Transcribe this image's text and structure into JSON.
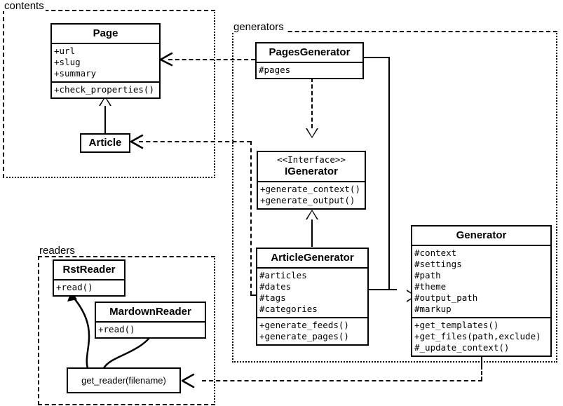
{
  "diagram": {
    "title": "Pelican architecture UML class diagram",
    "type": "uml-class-diagram",
    "background": "#ffffff",
    "line_color": "#000000"
  },
  "packages": [
    {
      "id": "contents",
      "label": "contents"
    },
    {
      "id": "generators",
      "label": "generators"
    },
    {
      "id": "readers",
      "label": "readers"
    }
  ],
  "classes": {
    "page": {
      "name": "Page",
      "stereotype": "",
      "attributes": [
        "+url",
        "+slug",
        "+summary"
      ],
      "methods": [
        "+check_properties()"
      ]
    },
    "article": {
      "name": "Article",
      "stereotype": "",
      "attributes": [],
      "methods": []
    },
    "pages_generator": {
      "name": "PagesGenerator",
      "stereotype": "",
      "attributes": [
        "#pages"
      ],
      "methods": []
    },
    "igenerator": {
      "name": "IGenerator",
      "stereotype": "<<Interface>>",
      "attributes": [],
      "methods": [
        "+generate_context()",
        "+generate_output()"
      ]
    },
    "article_generator": {
      "name": "ArticleGenerator",
      "stereotype": "",
      "attributes": [
        "#articles",
        "#dates",
        "#tags",
        "#categories"
      ],
      "methods": [
        "+generate_feeds()",
        "+generate_pages()"
      ]
    },
    "generator": {
      "name": "Generator",
      "stereotype": "",
      "attributes": [
        "#context",
        "#settings",
        "#path",
        "#theme",
        "#output_path",
        "#markup"
      ],
      "methods": [
        "+get_templates()",
        "+get_files(path,exclude)",
        "#_update_context()"
      ]
    },
    "rst_reader": {
      "name": "RstReader",
      "stereotype": "",
      "attributes": [],
      "methods": [
        "+read()"
      ]
    },
    "mardown_reader": {
      "name": "MardownReader",
      "stereotype": "",
      "attributes": [],
      "methods": [
        "+read()"
      ]
    },
    "get_reader": {
      "name": "get_reader(filename)",
      "stereotype": "",
      "attributes": [],
      "methods": []
    }
  },
  "relationships": [
    {
      "from": "article",
      "to": "page",
      "kind": "generalization"
    },
    {
      "from": "pages_generator",
      "to": "igenerator",
      "kind": "realization"
    },
    {
      "from": "article_generator",
      "to": "igenerator",
      "kind": "generalization"
    },
    {
      "from": "pages_generator",
      "to": "generator",
      "kind": "generalization"
    },
    {
      "from": "article_generator",
      "to": "generator",
      "kind": "generalization"
    },
    {
      "from": "pages_generator",
      "to": "page",
      "kind": "dependency"
    },
    {
      "from": "article_generator",
      "to": "article",
      "kind": "dependency"
    },
    {
      "from": "generator",
      "to": "get_reader",
      "kind": "dependency"
    },
    {
      "from": "get_reader",
      "to": "rst_reader",
      "kind": "uses"
    },
    {
      "from": "get_reader",
      "to": "mardown_reader",
      "kind": "uses"
    }
  ]
}
